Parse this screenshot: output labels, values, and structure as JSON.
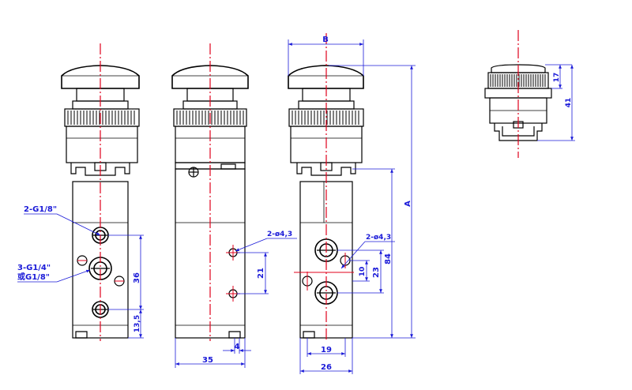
{
  "labels": {
    "port_a": "2-G1/8\"",
    "port_b_line1": "3-G1/4\"",
    "port_b_line2": "或G1/8\"",
    "hole_side": "2-ø4,3",
    "hole_right": "2-ø4,3",
    "dim_B": "B",
    "dim_A": "A",
    "dim_36": "36",
    "dim_13_5": "13,5",
    "dim_21": "21",
    "dim_4": "4",
    "dim_35": "35",
    "dim_84": "84",
    "dim_23": "23",
    "dim_10": "10",
    "dim_19": "19",
    "dim_26": "26",
    "dim_17": "17",
    "dim_41": "41"
  },
  "colors": {
    "outline": "#000000",
    "centerline": "#e0001b",
    "dimension": "#1a1ad8"
  }
}
